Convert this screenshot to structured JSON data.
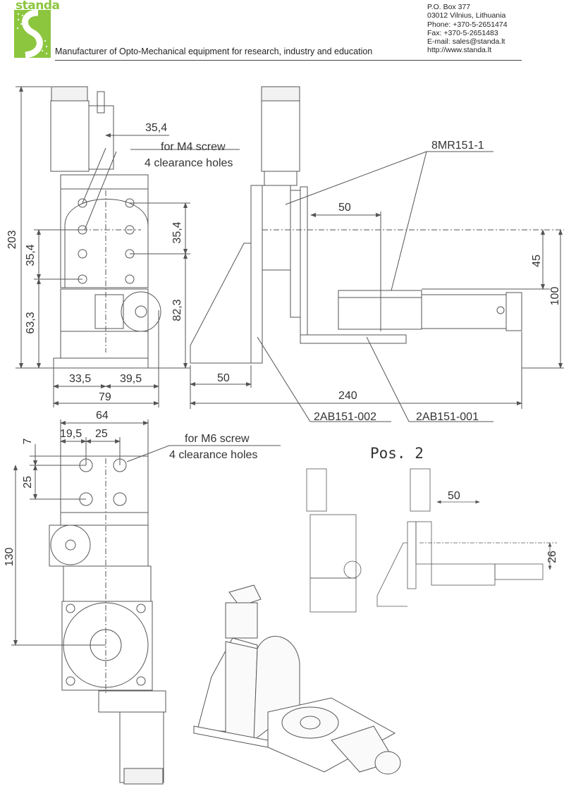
{
  "header": {
    "brand": "standa",
    "tagline": "Manufacturer of Opto-Mechanical equipment for research, industry and education",
    "contact": [
      "P.O. Box 377",
      "03012 Vilnius, Lithuania",
      "Phone: +370-5-2651474",
      "Fax: +370-5-2651483",
      "E-mail: sales@standa.lt",
      "http://www.standa.lt"
    ],
    "brand_color": "#8cc63f"
  },
  "drawing": {
    "top_left_view": {
      "dims": [
        "203",
        "35,4",
        "35,4",
        "63,3",
        "82,3",
        "33,5",
        "39,5",
        "79"
      ],
      "note_line1": "for M4 screw",
      "note_line2": "4 clearance holes"
    },
    "top_right_view": {
      "dims": [
        "50",
        "45",
        "100",
        "50",
        "240"
      ],
      "parts": [
        "8MR151-1",
        "2AB151-002",
        "2AB151-001"
      ]
    },
    "bottom_left_view": {
      "dims": [
        "64",
        "7",
        "19,5",
        "25",
        "25",
        "130"
      ],
      "note_line1": "for M6 screw",
      "note_line2": "4 clearance holes"
    },
    "pos2_view": {
      "title": "Pos. 2",
      "dims": [
        "50",
        "26"
      ]
    }
  }
}
